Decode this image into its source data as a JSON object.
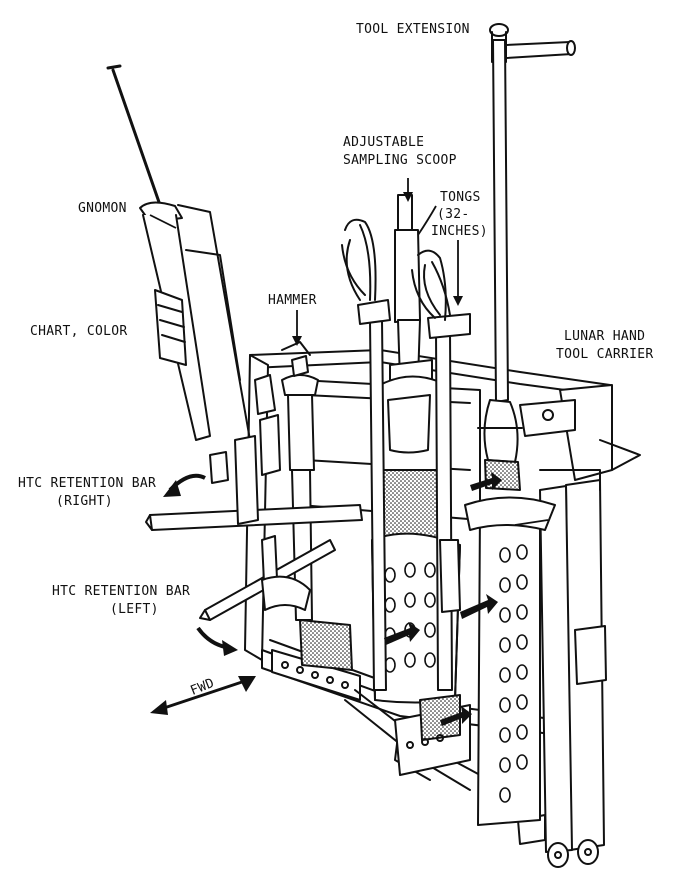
{
  "labels": {
    "tool_extension": "TOOL EXTENSION",
    "sampling_scoop_line1": "ADJUSTABLE",
    "sampling_scoop_line2": "SAMPLING SCOOP",
    "tongs_line1": "TONGS",
    "tongs_line2": "(32-",
    "tongs_line3": "INCHES)",
    "gnomon": "GNOMON",
    "hammer": "HAMMER",
    "chart_color": "CHART, COLOR",
    "carrier_line1": "LUNAR HAND",
    "carrier_line2": "TOOL CARRIER",
    "htc_right_line1": "HTC RETENTION BAR",
    "htc_right_line2": "(RIGHT)",
    "htc_left_line1": "HTC RETENTION BAR",
    "htc_left_line2": "(LEFT)",
    "fwd": "FWD"
  },
  "colors": {
    "ink": "#111111",
    "paper": "#ffffff",
    "shade": "#bdbdbd"
  }
}
